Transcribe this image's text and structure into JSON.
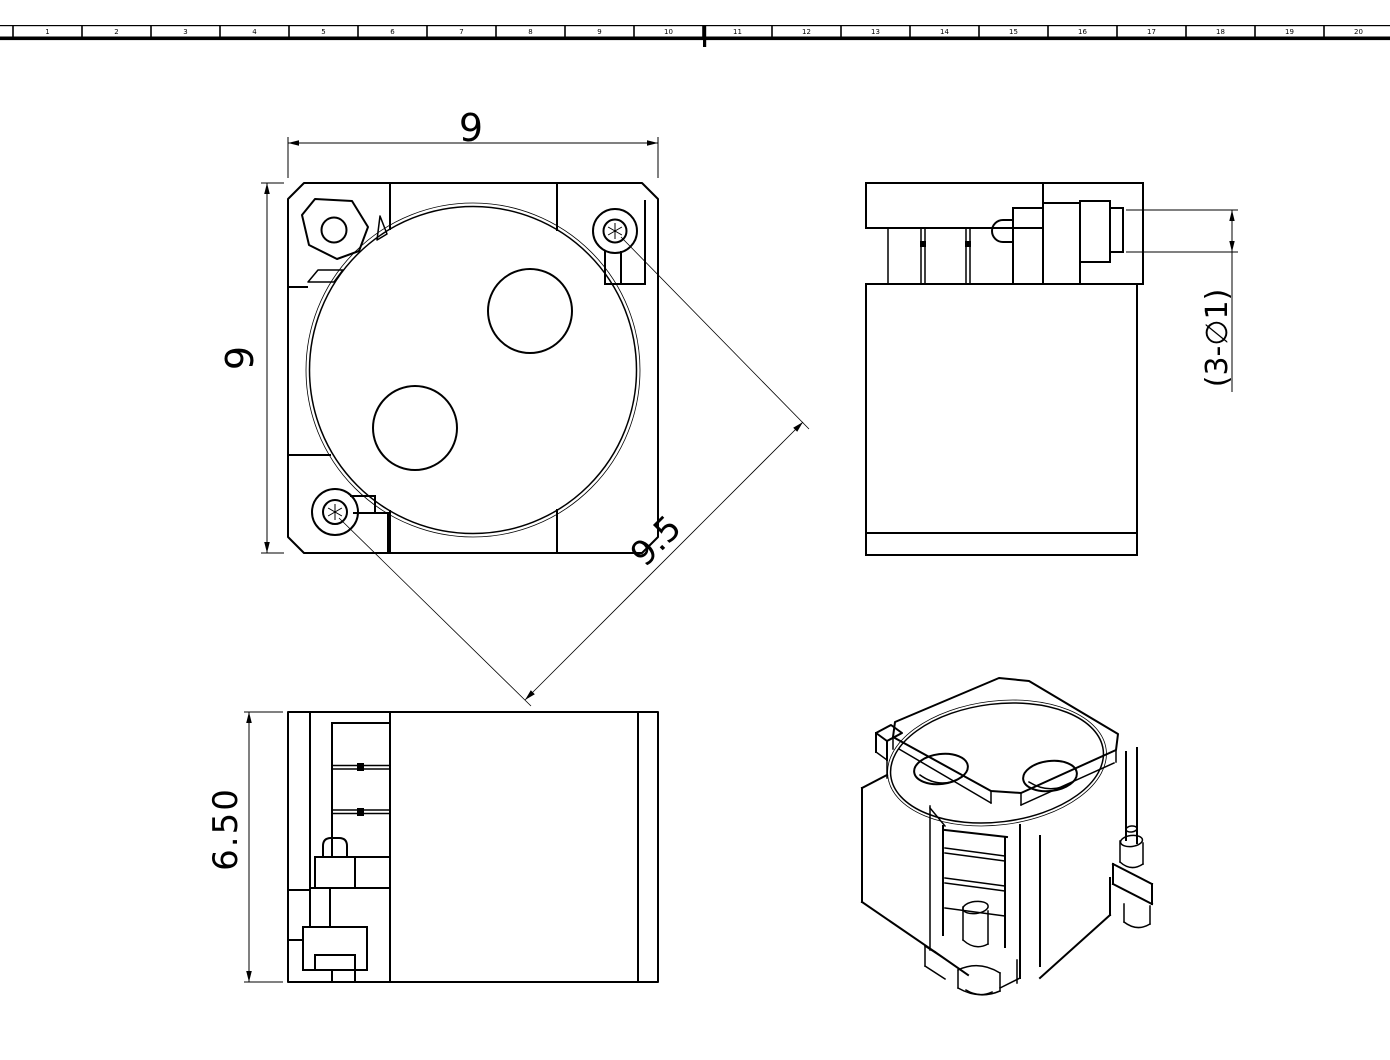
{
  "page": {
    "background": "#ffffff",
    "line_color": "#000000"
  },
  "ruler": {
    "cell_labels": [
      "1",
      "2",
      "3",
      "4",
      "5",
      "6",
      "7",
      "8",
      "9",
      "10",
      "11",
      "12",
      "13",
      "14",
      "15",
      "16",
      "17",
      "18",
      "19",
      "20"
    ]
  },
  "views": {
    "top": {
      "dim_width": "9",
      "dim_height": "9",
      "dim_diagonal": "9.5"
    },
    "side": {
      "hole_callout": "(3-∅1)"
    },
    "front": {
      "dim_height": "6.50"
    }
  }
}
